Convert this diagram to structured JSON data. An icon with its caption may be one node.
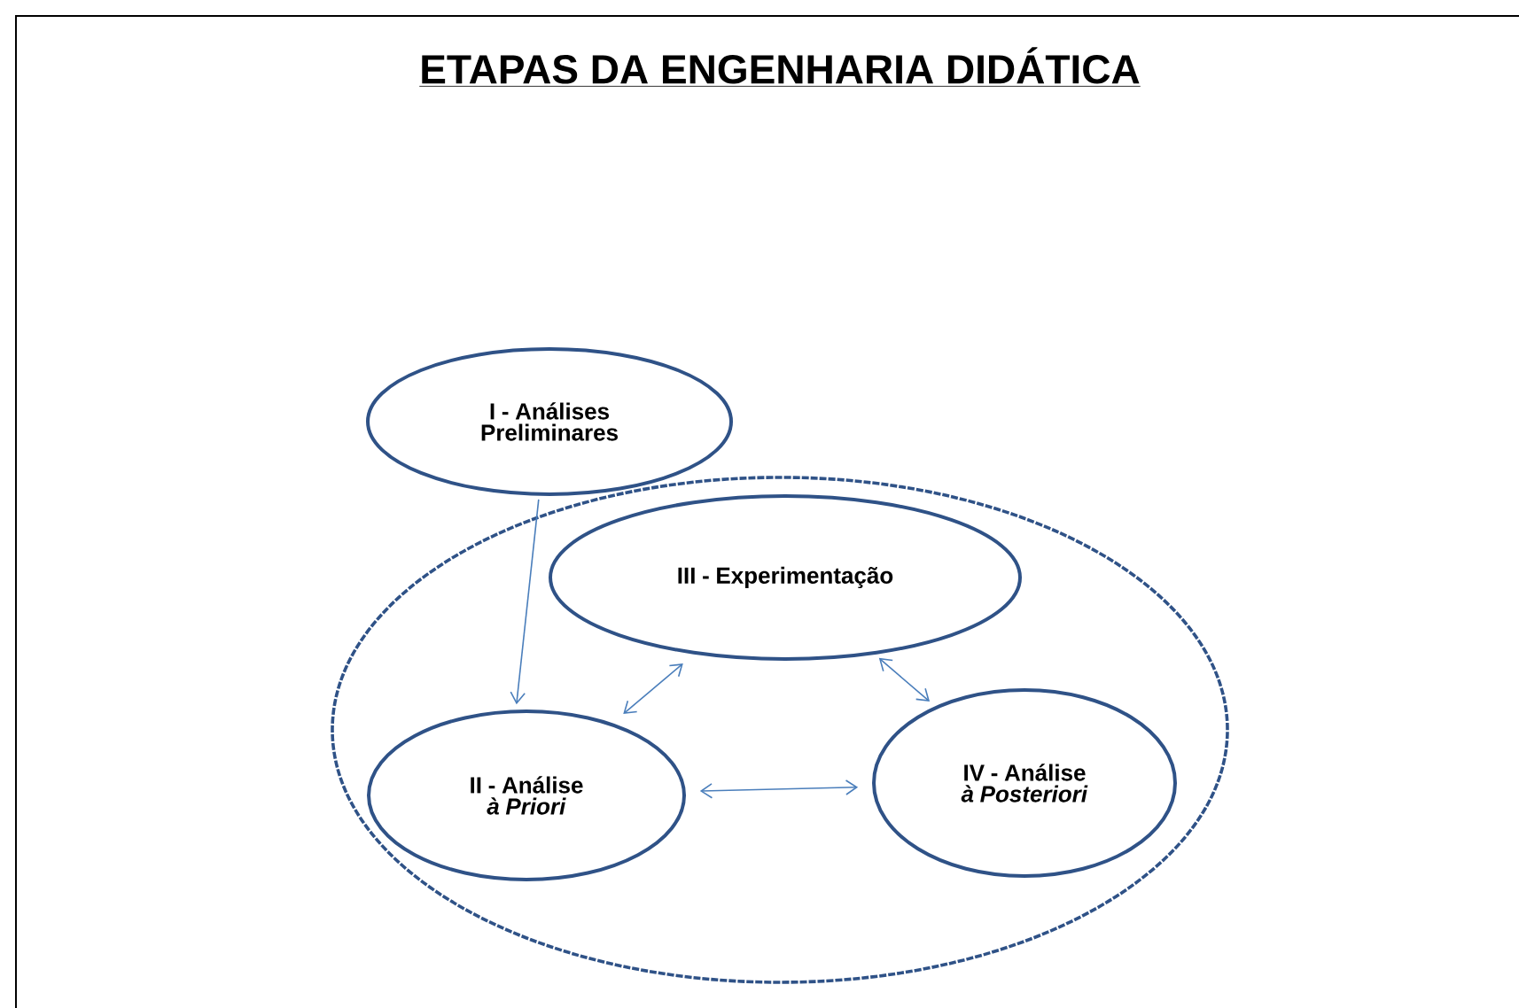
{
  "diagram": {
    "title": "ETAPAS DA ENGENHARIA DIDÁTICA",
    "nodes": [
      {
        "text": [
          "I - Análises Preliminares"
        ]
      },
      {
        "text": [],
        "shape": "circle"
      },
      {
        "text": [
          "III - Experimentação"
        ],
        "in": 1
      },
      {
        "text": [
          "II - Análise *à Priori*"
        ],
        "in": 1
      },
      {
        "text": [
          "IV - Análise *à Posteriori*"
        ],
        "in": 1
      }
    ],
    "edges": [
      {
        "from": 0,
        "to": 3,
        "arrow": "to"
      },
      {
        "from": 3,
        "to": 2,
        "arrow": "both"
      },
      {
        "from": 2,
        "to": 4,
        "arrow": "both"
      },
      {
        "from": 3,
        "to": 4,
        "arrow": "both"
      }
    ]
  }
}
